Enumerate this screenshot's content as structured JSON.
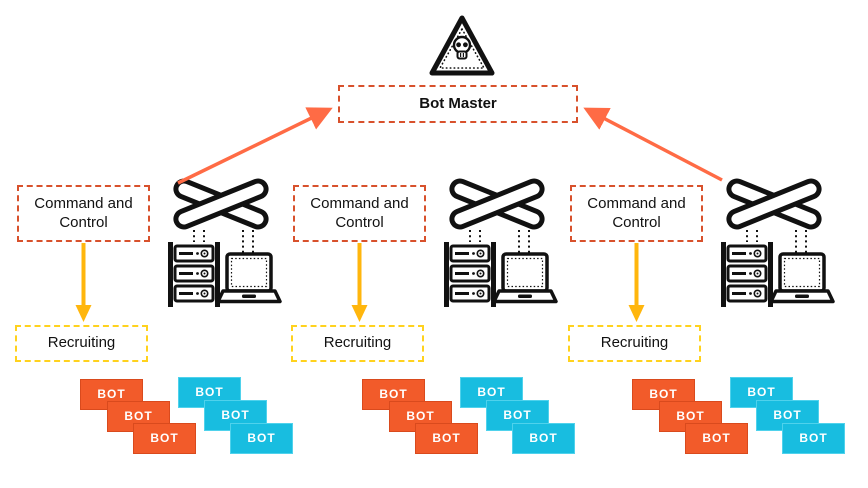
{
  "colors": {
    "red_border": "#D8512C",
    "red_arrow": "#FF6B45",
    "yellow_border": "#FFD21E",
    "yellow_arrow": "#FFB60D",
    "bot_orange": "#F25B2A",
    "bot_orange_border": "#D94A1D",
    "bot_cyan": "#18BDE0",
    "bot_cyan_border": "#4FD2EC",
    "icon_black": "#111111"
  },
  "hazard": {
    "icon": "skull-warning-icon"
  },
  "bot_master": {
    "label": "Bot Master"
  },
  "groups": [
    {
      "cc_label": "Command and Control",
      "recruiting_label": "Recruiting",
      "icons": [
        "network-switch-icon",
        "server-rack-icon",
        "laptop-icon"
      ],
      "orange_bots": [
        "BOT",
        "BOT",
        "BOT"
      ],
      "cyan_bots": [
        "BOT",
        "BOT",
        "BOT"
      ]
    },
    {
      "cc_label": "Command and Control",
      "recruiting_label": "Recruiting",
      "icons": [
        "network-switch-icon",
        "server-rack-icon",
        "laptop-icon"
      ],
      "orange_bots": [
        "BOT",
        "BOT",
        "BOT"
      ],
      "cyan_bots": [
        "BOT",
        "BOT",
        "BOT"
      ]
    },
    {
      "cc_label": "Command and Control",
      "recruiting_label": "Recruiting",
      "icons": [
        "network-switch-icon",
        "server-rack-icon",
        "laptop-icon"
      ],
      "orange_bots": [
        "BOT",
        "BOT",
        "BOT"
      ],
      "cyan_bots": [
        "BOT",
        "BOT",
        "BOT"
      ]
    }
  ]
}
